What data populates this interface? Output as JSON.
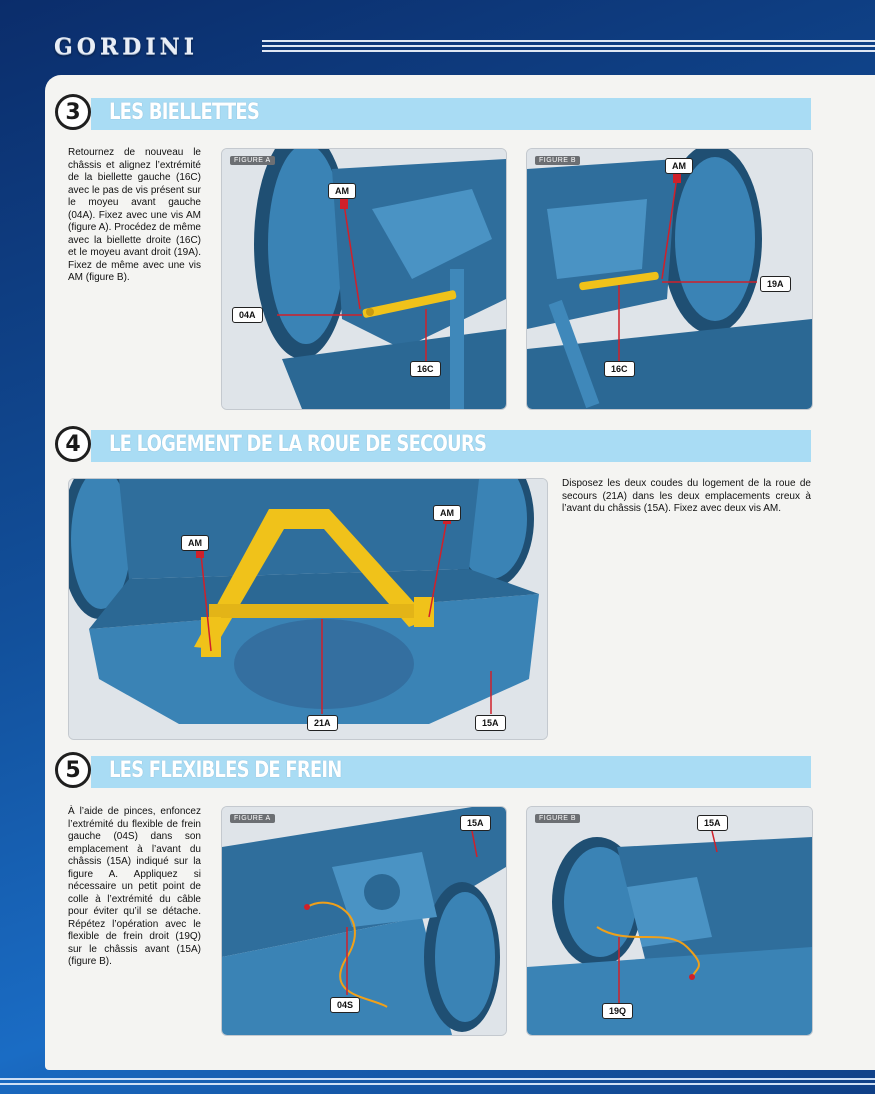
{
  "header": {
    "brand": "GORDINI"
  },
  "sections": [
    {
      "number": "3",
      "title": "LES BIELLETTES",
      "text": "Retournez de nouveau le châssis et alignez l’extrémité de la biellette gauche (16C) avec le pas de vis présent sur le moyeu avant gauche (04A). Fixez avec une vis AM (figure A). Procédez de même avec la biellette droite (16C) et le moyeu avant droit (19A). Fixez de même avec une vis AM (figure B).",
      "figures": [
        {
          "tag": "FIGURE A",
          "callouts": [
            "AM",
            "04A",
            "16C"
          ]
        },
        {
          "tag": "FIGURE B",
          "callouts": [
            "AM",
            "19A",
            "16C"
          ]
        }
      ]
    },
    {
      "number": "4",
      "title": "LE LOGEMENT DE LA ROUE DE SECOURS",
      "text": "Disposez les deux coudes du logement de la roue de secours (21A) dans les deux emplacements creux à l’avant du châssis (15A). Fixez avec deux vis AM.",
      "figures": [
        {
          "tag": "",
          "callouts": [
            "AM",
            "AM",
            "21A",
            "15A"
          ]
        }
      ]
    },
    {
      "number": "5",
      "title": "LES FLEXIBLES DE FREIN",
      "text": "À l’aide de pinces, enfoncez l’extrémité du flexible de frein gauche (04S) dans son emplacement à l’avant du châssis (15A) indiqué sur la figure A. Appliquez si nécessaire un petit point de colle à l’extrémité du câble pour éviter qu’il se détache. Répétez l’opération avec le flexible de frein droit (19Q) sur le châssis avant (15A) (figure B).",
      "figures": [
        {
          "tag": "FIGURE A",
          "callouts": [
            "15A",
            "04S"
          ]
        },
        {
          "tag": "FIGURE B",
          "callouts": [
            "15A",
            "19Q"
          ]
        }
      ]
    }
  ],
  "colors": {
    "band": "#a9dcf4",
    "part_blue": "#3a83b5",
    "part_dark": "#1f4f73",
    "yellow_part": "#f0c21a",
    "arrow_red": "#d0202a",
    "page_bg": "#f4f4f2",
    "brand_blue": "#12509b"
  }
}
